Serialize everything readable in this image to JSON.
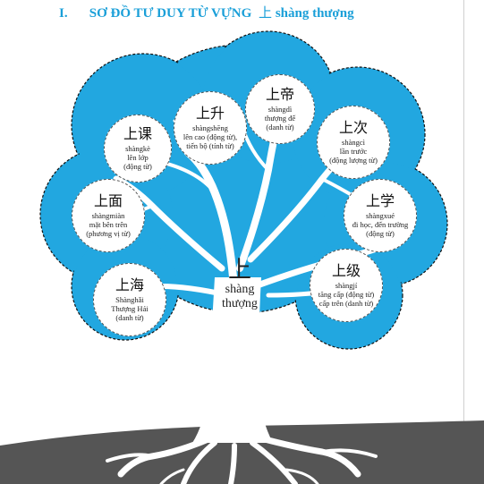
{
  "heading": {
    "number": "I.",
    "title": "SƠ ĐỒ TƯ DUY TỪ VỰNG",
    "character": "上",
    "pinyin": "shàng thượng"
  },
  "root": {
    "character": "上",
    "line1": "shàng",
    "line2": "thượng"
  },
  "nodes": [
    {
      "character": "上课",
      "pinyin": "shàngkè",
      "meaning": [
        "lên lớp",
        "(động từ)"
      ]
    },
    {
      "character": "上升",
      "pinyin": "shàngshēng",
      "meaning": [
        "lên cao (động từ),",
        "tiến bộ (tính từ)"
      ]
    },
    {
      "character": "上帝",
      "pinyin": "shàngdì",
      "meaning": [
        "thượng đế",
        "(danh từ)"
      ]
    },
    {
      "character": "上次",
      "pinyin": "shàngcì",
      "meaning": [
        "lần trước",
        "(động lượng từ)"
      ]
    },
    {
      "character": "上面",
      "pinyin": "shàngmiàn",
      "meaning": [
        "mặt bên trên",
        "(phương vị từ)"
      ]
    },
    {
      "character": "上学",
      "pinyin": "shàngxué",
      "meaning": [
        "đi học, đến trường",
        "(động từ)"
      ]
    },
    {
      "character": "上海",
      "pinyin": "Shànghǎi",
      "meaning": [
        "Thượng Hải",
        "(danh từ)"
      ]
    },
    {
      "character": "上级",
      "pinyin": "shàngjí",
      "meaning": [
        "tăng cấp (động từ)",
        "cấp trên (danh từ)"
      ]
    }
  ],
  "colors": {
    "canopy": "#22a7e0",
    "trunk": "#ffffff",
    "ground": "#555555",
    "heading": "#1a9fd8"
  }
}
